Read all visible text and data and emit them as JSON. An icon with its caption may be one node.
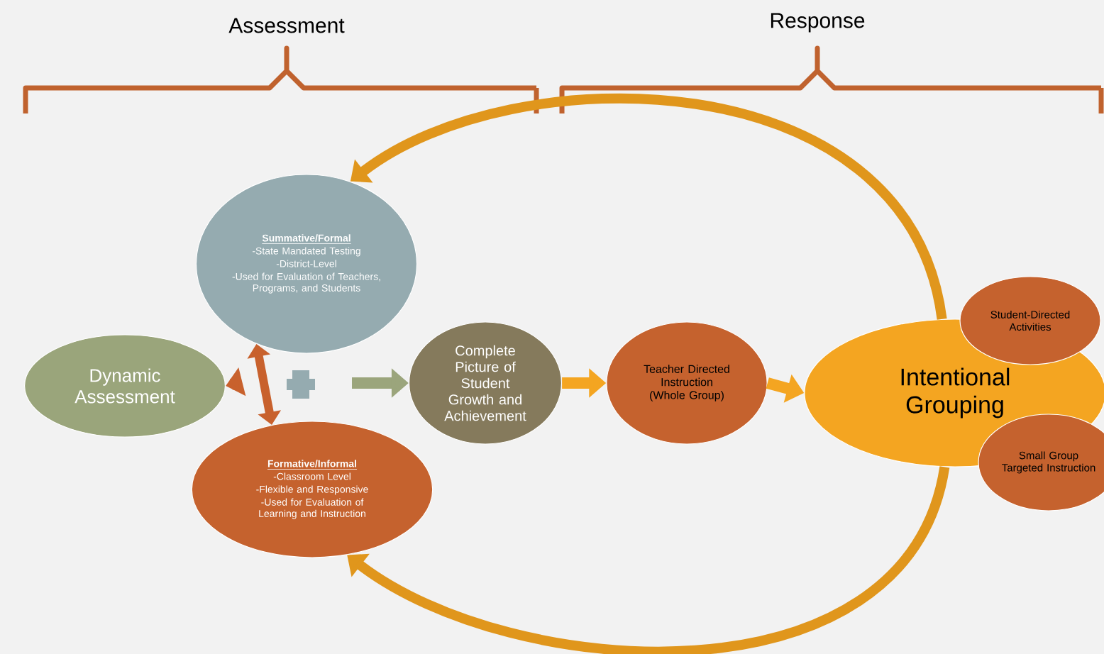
{
  "diagram": {
    "nodes": [
      {
        "text": [
          "Dynamic Assessment"
        ]
      },
      {
        "text": [
          "Summative/Formal",
          "-State Mandated Testing",
          "-District-Level",
          "-Used for Evaluation of Teachers, Programs, and Students"
        ]
      },
      {
        "text": [
          "Formative/Informal",
          "-Classroom Level",
          "-Flexible and Responsive",
          "-Used for Evaluation of Learning and Instruction"
        ]
      },
      {
        "text": [
          "Complete Picture of Student Growth and Achievement"
        ]
      },
      {
        "text": [
          "Teacher Directed Instruction (Whole Group)"
        ]
      },
      {
        "text": [
          "Intentional Grouping"
        ]
      },
      {
        "text": [
          "Student-Directed Activities"
        ]
      },
      {
        "text": [
          "Small Group Targeted Instruction"
        ]
      }
    ],
    "edges": [
      {
        "from": 1,
        "to": 2,
        "arrow": "both",
        "color": "#c8612d"
      },
      {
        "from": null,
        "to": 0,
        "arrow": "to",
        "color": "#c8612d"
      },
      {
        "from": null,
        "to": 3,
        "arrow": "to",
        "color": "#9ba57c"
      },
      {
        "from": 3,
        "to": 4,
        "arrow": "to"
      },
      {
        "from": 4,
        "to": 5,
        "arrow": "to"
      },
      {
        "from": 5,
        "to": 1,
        "arrow": "to",
        "color": "#e0961c"
      },
      {
        "from": 5,
        "to": 2,
        "arrow": "to",
        "color": "#e0961c"
      }
    ],
    "labels": [
      "Assessment",
      "Response"
    ]
  }
}
